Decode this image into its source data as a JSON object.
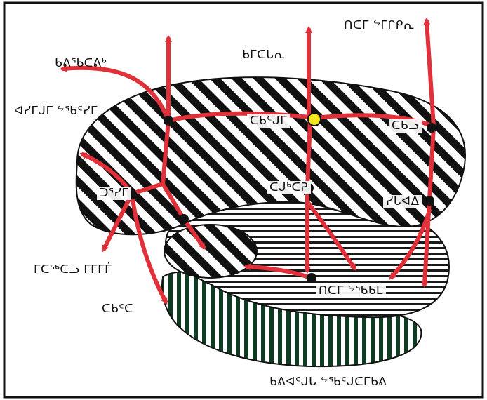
{
  "diagram": {
    "colors": {
      "frame": "#111111",
      "arrow": "#e0303a",
      "node": "#111111",
      "center_node": "#f2e51c",
      "region_dark_fill": "#ffffff",
      "region_dark_hatch": "#111111",
      "region_light_hatch": "#1a1a1a",
      "region_green_fill": "#0f3b22",
      "region_green_bg": "#ffffff"
    },
    "labels": {
      "top_right": "ᑎᑕᒥ ᖦᒥᒋᑭᕆ",
      "top_center": "ᑲᒥᑕᒐᕆ",
      "top_left": "ᑲᕕᖃᑕᕕᒃ",
      "left_upper": "ᐊᓯᒥᒍᒥ ᖦᖃᑦᓯᒥ",
      "center": "ᑕᑲᑦᒍᒥ",
      "right_upper": "ᑕᑲᓗ",
      "mid_center": "ᑕᒍᒃᑕᕈ",
      "left_mid": "ᑐᕐᓯᒥ",
      "right_mid": "ᓯᒐᐊᐃ",
      "left_lower": "ᒥᑕᖅᑕᓗ ᒥᒥᒥᒦ",
      "left_bottom": "ᑕᑲᑦᑕ",
      "lower_center": "ᑎᑕᒥ ᖦᖃᑲᒪ",
      "bottom": "ᑲᕕᐊᑦᒍᒐ ᖦᖃᑦᒍᑕᒥᑲᕕ"
    }
  }
}
